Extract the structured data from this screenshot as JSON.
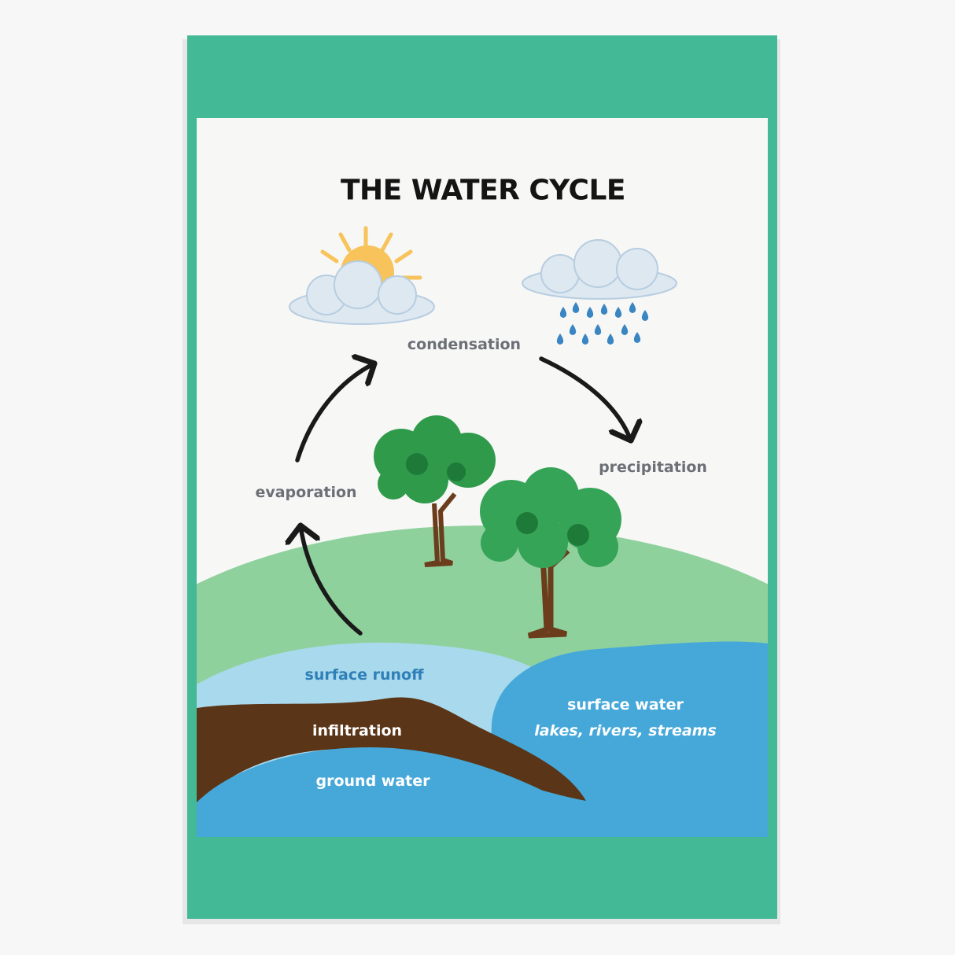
{
  "title": "THE WATER CYCLE",
  "labels": {
    "condensation": "condensation",
    "precipitation": "precipitation",
    "evaporation": "evaporation",
    "surface_runoff": "surface runoff",
    "surface_water": "surface water",
    "surface_water_examples": "lakes, rivers, streams",
    "infiltration": "infiltration",
    "ground_water": "ground water"
  },
  "colors": {
    "frame": "#43b995",
    "panel": "#f7f7f6",
    "hill": "#8fd19d",
    "runoff": "#a9d9ec",
    "water": "#45a8d9",
    "soil": "#5b3517",
    "sun": "#f7c35a"
  }
}
